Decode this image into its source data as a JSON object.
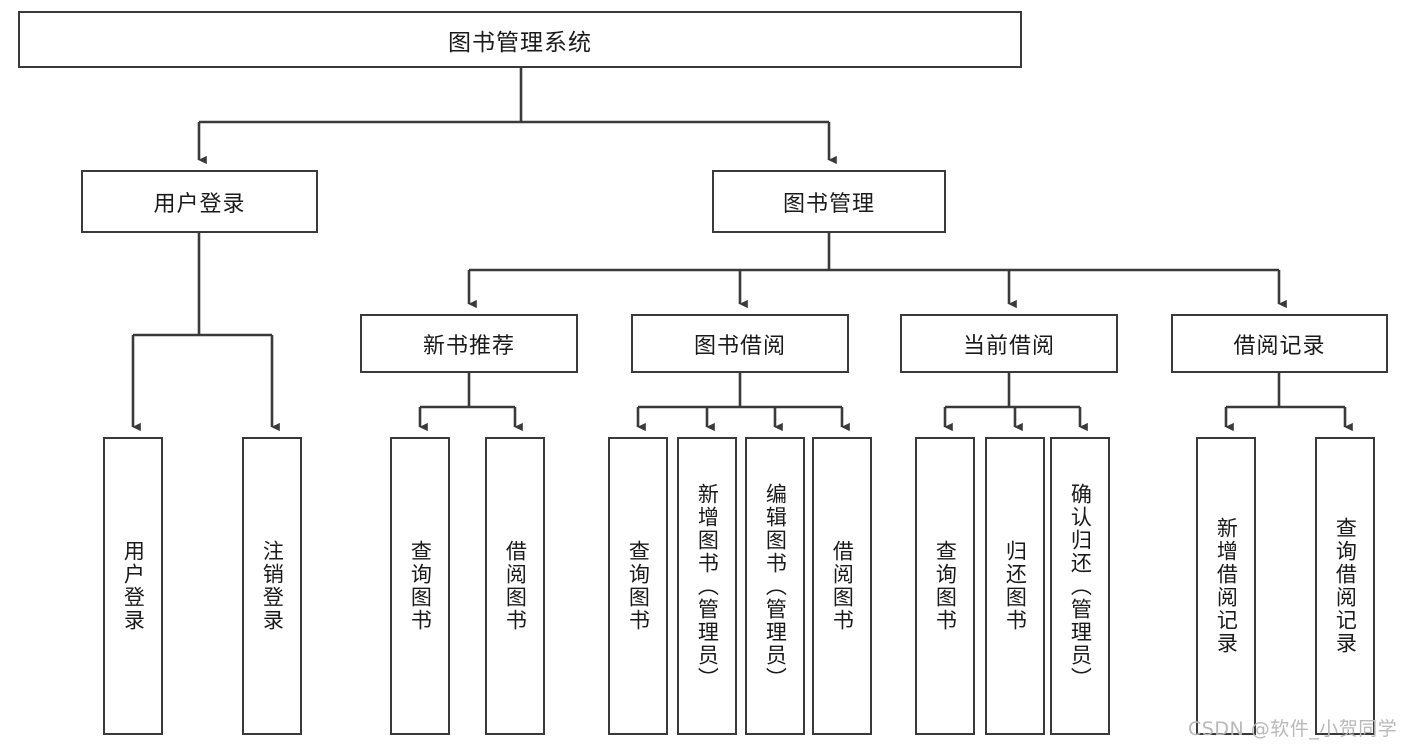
{
  "diagram": {
    "type": "tree-hierarchy",
    "title": "图书管理系统",
    "watermark": "CSDN @软件_小贺同学",
    "colors": {
      "stroke": "#3a3a3a",
      "fill": "#ffffff",
      "text": "#1a1a1a",
      "watermark": "#b9b9b9"
    },
    "nodes": {
      "root": {
        "label": "图书管理系统",
        "orientation": "horizontal"
      },
      "level2": [
        {
          "id": "user-login",
          "label": "用户登录",
          "orientation": "horizontal"
        },
        {
          "id": "book-manage",
          "label": "图书管理",
          "orientation": "horizontal"
        }
      ],
      "level3": [
        {
          "id": "new-book-recommend",
          "label": "新书推荐",
          "orientation": "horizontal"
        },
        {
          "id": "book-borrow",
          "label": "图书借阅",
          "orientation": "horizontal"
        },
        {
          "id": "current-borrow",
          "label": "当前借阅",
          "orientation": "horizontal"
        },
        {
          "id": "borrow-record",
          "label": "借阅记录",
          "orientation": "horizontal"
        }
      ],
      "leaves": [
        {
          "id": "leaf-user-login",
          "label": "用户登录",
          "parent": "user-login",
          "orientation": "vertical"
        },
        {
          "id": "leaf-user-logout",
          "label": "注销登录",
          "parent": "user-login",
          "orientation": "vertical"
        },
        {
          "id": "leaf-query-book-1",
          "label": "查询图书",
          "parent": "new-book-recommend",
          "orientation": "vertical"
        },
        {
          "id": "leaf-borrow-book-1",
          "label": "借阅图书",
          "parent": "new-book-recommend",
          "orientation": "vertical"
        },
        {
          "id": "leaf-query-book-2",
          "label": "查询图书",
          "parent": "book-borrow",
          "orientation": "vertical"
        },
        {
          "id": "leaf-add-book",
          "label": "新增图书（管理员）",
          "parent": "book-borrow",
          "orientation": "vertical"
        },
        {
          "id": "leaf-edit-book",
          "label": "编辑图书（管理员）",
          "parent": "book-borrow",
          "orientation": "vertical"
        },
        {
          "id": "leaf-borrow-book-2",
          "label": "借阅图书",
          "parent": "book-borrow",
          "orientation": "vertical"
        },
        {
          "id": "leaf-query-book-3",
          "label": "查询图书",
          "parent": "current-borrow",
          "orientation": "vertical"
        },
        {
          "id": "leaf-return-book",
          "label": "归还图书",
          "parent": "current-borrow",
          "orientation": "vertical"
        },
        {
          "id": "leaf-confirm-return",
          "label": "确认归还（管理员）",
          "parent": "current-borrow",
          "orientation": "vertical"
        },
        {
          "id": "leaf-add-record",
          "label": "新增借阅记录",
          "parent": "borrow-record",
          "orientation": "vertical"
        },
        {
          "id": "leaf-query-record",
          "label": "查询借阅记录",
          "parent": "borrow-record",
          "orientation": "vertical"
        }
      ]
    }
  }
}
